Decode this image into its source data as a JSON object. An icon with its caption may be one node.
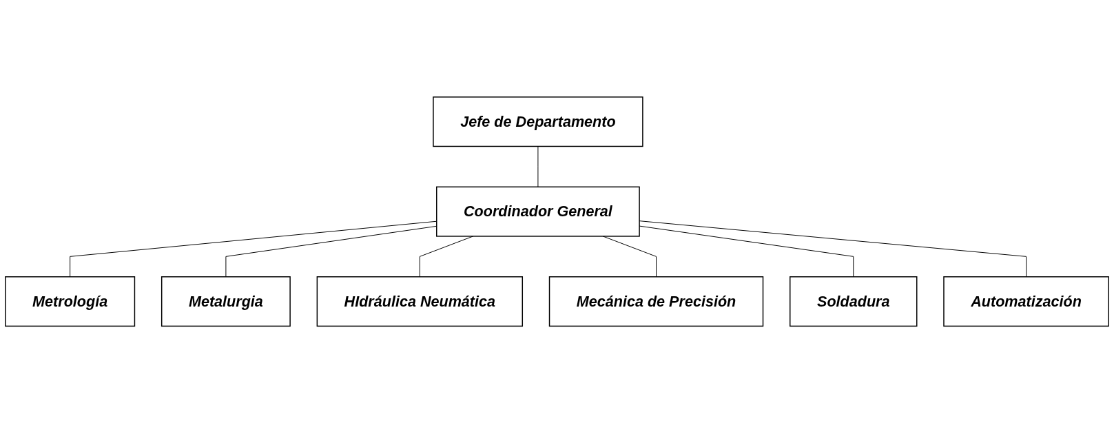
{
  "diagram": {
    "nodes": [
      {
        "text": [
          "Jefe de Departamento"
        ]
      },
      {
        "text": [
          "Coordinador General"
        ]
      },
      {
        "text": [
          "Metrología"
        ]
      },
      {
        "text": [
          "Metalurgia"
        ]
      },
      {
        "text": [
          "HIdráulica Neumática"
        ]
      },
      {
        "text": [
          "Mecánica de Precisión"
        ]
      },
      {
        "text": [
          "Soldadura"
        ]
      },
      {
        "text": [
          "Automatización"
        ]
      }
    ],
    "edges": [
      {
        "from": 0,
        "to": 1,
        "arrow": "none"
      },
      {
        "from": 1,
        "to": 2,
        "arrow": "none"
      },
      {
        "from": 1,
        "to": 3,
        "arrow": "none"
      },
      {
        "from": 1,
        "to": 4,
        "arrow": "none"
      },
      {
        "from": 1,
        "to": 5,
        "arrow": "none"
      },
      {
        "from": 1,
        "to": 6,
        "arrow": "none"
      },
      {
        "from": 1,
        "to": 7,
        "arrow": "none"
      }
    ]
  }
}
